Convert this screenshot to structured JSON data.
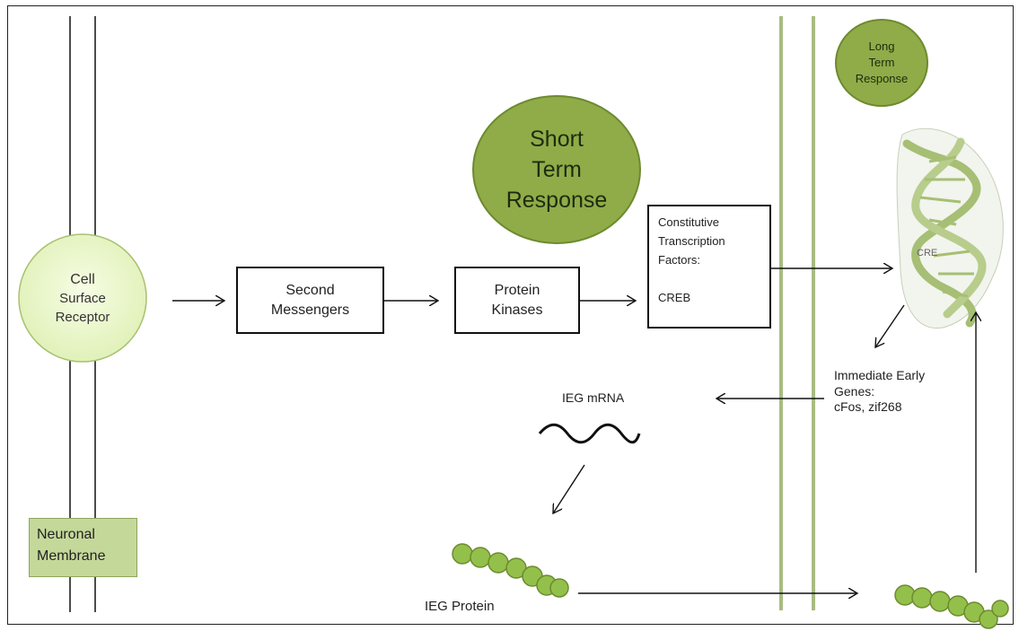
{
  "nodes": {
    "cell_surface_receptor": {
      "lines": [
        "Cell",
        "Surface",
        "Receptor"
      ]
    },
    "second_messengers": {
      "lines": [
        "Second",
        "Messengers"
      ]
    },
    "protein_kinases": {
      "lines": [
        "Protein",
        "Kinases"
      ]
    },
    "constitutive_tf": {
      "lines": [
        "Constitutive",
        "Transcription",
        "Factors:",
        "",
        "CREB"
      ]
    },
    "short_term_response": {
      "lines": [
        "Short",
        "Term",
        "Response"
      ]
    },
    "long_term_response": {
      "lines": [
        "Long",
        "Term",
        "Response"
      ]
    },
    "cre": {
      "label": "CRE"
    },
    "immediate_early_genes": {
      "lines": [
        "Immediate Early",
        "Genes:",
        "cFos, zif268"
      ]
    },
    "ieg_mrna": {
      "label": "IEG mRNA"
    },
    "ieg_protein": {
      "label": "IEG Protein"
    },
    "neuronal_membrane": {
      "lines": [
        "Neuronal",
        "Membrane"
      ]
    }
  },
  "colors": {
    "receptor_fill": "#eaf7c9",
    "receptor_stroke": "#9fb86a",
    "green_fill": "#8fac48",
    "green_stroke": "#6d8a2f",
    "membrane_label_fill": "#c4d89a",
    "nuclear_line": "#a9bb82",
    "protein_bead": "#93c04a",
    "dna": "#a6bf74"
  }
}
